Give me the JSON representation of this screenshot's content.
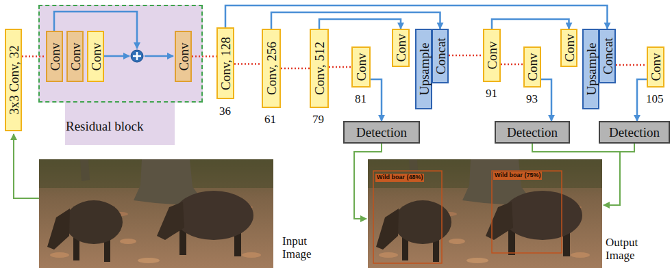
{
  "diagram": {
    "nodes": [
      {
        "text": [
          "3x3 Conv, 32"
        ]
      },
      {
        "text": [
          "Residual block"
        ]
      },
      {
        "text": [
          "Conv"
        ],
        "in": 1
      },
      {
        "text": [
          "Conv"
        ],
        "in": 1
      },
      {
        "text": [
          "Conv"
        ],
        "in": 1
      },
      {
        "text": [
          "Conv"
        ],
        "in": 1
      },
      {
        "text": [
          "Conv, 128"
        ]
      },
      {
        "text": [
          "Conv, 256"
        ]
      },
      {
        "text": [
          "Conv, 512"
        ]
      },
      {
        "text": [
          "Conv"
        ]
      },
      {
        "text": [
          "Detection"
        ]
      },
      {
        "text": [
          "Conv"
        ]
      },
      {
        "text": [
          "Upsample"
        ]
      },
      {
        "text": [
          "Concat"
        ]
      },
      {
        "text": [
          "Conv"
        ]
      },
      {
        "text": [
          "Conv"
        ]
      },
      {
        "text": [
          "Detection"
        ]
      },
      {
        "text": [
          "Conv"
        ]
      },
      {
        "text": [
          "Upsample"
        ]
      },
      {
        "text": [
          "Concat"
        ]
      },
      {
        "text": [
          "Conv"
        ]
      },
      {
        "text": [
          "Detection"
        ]
      }
    ],
    "edges": [
      {
        "from": 0,
        "to": 2,
        "arrow": "none"
      },
      {
        "from": 5,
        "to": 6,
        "arrow": "none"
      },
      {
        "from": 6,
        "to": 7,
        "arrow": "none"
      },
      {
        "from": 7,
        "to": 8,
        "arrow": "none"
      },
      {
        "from": 8,
        "to": 9,
        "arrow": "none"
      },
      {
        "from": 9,
        "to": 10,
        "arrow": "to"
      },
      {
        "from": 8,
        "to": 11,
        "arrow": "to"
      },
      {
        "from": 7,
        "to": 13,
        "arrow": "to"
      },
      {
        "from": 6,
        "to": 19,
        "arrow": "to"
      },
      {
        "from": 13,
        "to": 14,
        "arrow": "none"
      },
      {
        "from": 14,
        "to": 15,
        "arrow": "none"
      },
      {
        "from": 15,
        "to": 16,
        "arrow": "to"
      },
      {
        "from": 14,
        "to": 17,
        "arrow": "to"
      },
      {
        "from": 19,
        "to": 20,
        "arrow": "none"
      },
      {
        "from": 20,
        "to": 21,
        "arrow": "to"
      }
    ],
    "labels": [
      "36",
      "61",
      "79",
      "81",
      "91",
      "93",
      "105",
      "Wild boar (48%)",
      "Wild boar (75%)",
      "Input Image",
      "Output Image"
    ]
  }
}
